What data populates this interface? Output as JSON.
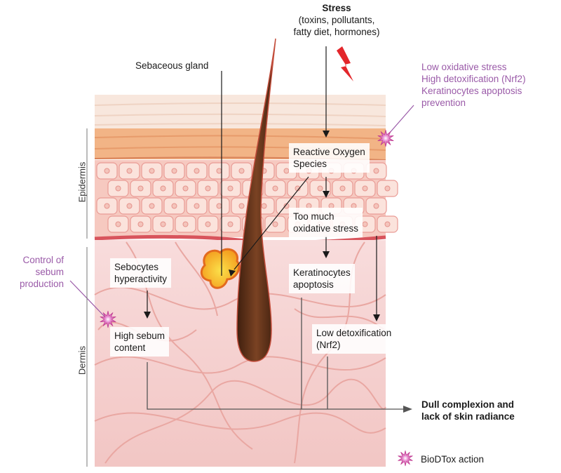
{
  "labels": {
    "stress_title": "Stress",
    "stress_detail_1": "(toxins, pollutants,",
    "stress_detail_2": "fatty diet, hormones)",
    "sebaceous_gland": "Sebaceous gland",
    "ros_1": "Reactive Oxygen",
    "ros_2": "Species",
    "oxidative_1": "Too much",
    "oxidative_2": "oxidative stress",
    "kera_1": "Keratinocytes",
    "kera_2": "apoptosis",
    "lowdetox_1": "Low detoxification",
    "lowdetox_2": "(Nrf2)",
    "seb_hyper_1": "Sebocytes",
    "seb_hyper_2": "hyperactivity",
    "high_sebum_1": "High sebum",
    "high_sebum_2": "content",
    "outcome_1": "Dull complexion and",
    "outcome_2": "lack of skin radiance",
    "epidermis": "Epidermis",
    "dermis": "Dermis"
  },
  "actions": {
    "top_1": "Low oxidative stress",
    "top_2": "High detoxification (Nrf2)",
    "top_3": "Keratinocytes apoptosis",
    "top_4": "prevention",
    "left_1": "Control of",
    "left_2": "sebum",
    "left_3": "production"
  },
  "legend": {
    "label": "BioDTox action"
  },
  "colors": {
    "action_purple": "#9a5aa8",
    "star_magenta": "#c0398f",
    "bolt_red": "#e3262b",
    "hair_brown": "#5a2e17",
    "gland_yellow": "#f6c21a",
    "dermis_pink": "#f6d2d2"
  },
  "icons": [
    "lightning-bolt-icon",
    "starburst-icon"
  ]
}
